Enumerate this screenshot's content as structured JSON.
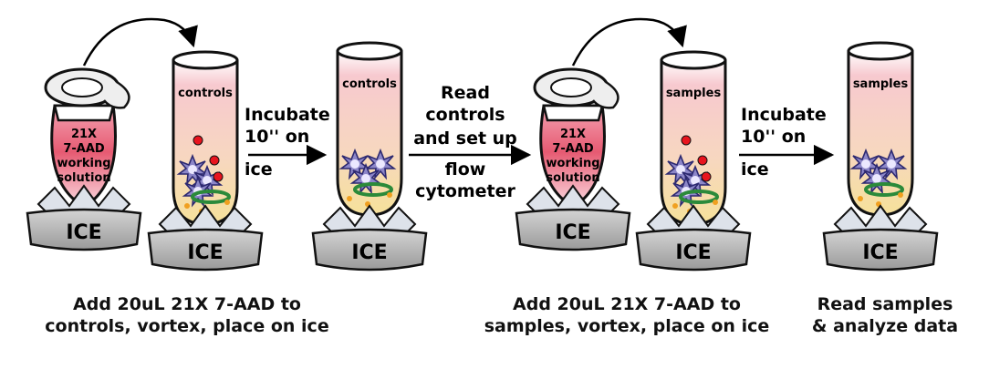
{
  "vial_label": [
    "21X",
    "7-AAD",
    "working",
    "solution"
  ],
  "ice_label": "ICE",
  "tube_labels": {
    "controls": "controls",
    "samples": "samples"
  },
  "steps": {
    "incubate_1": [
      "Incubate",
      "10'' on",
      "ice"
    ],
    "read_controls": [
      "Read",
      "controls",
      "and set up",
      "flow",
      "cytometer"
    ],
    "incubate_2": [
      "Incubate",
      "10'' on",
      "ice"
    ]
  },
  "captions": {
    "add_controls_line1": "Add 20uL 21X 7-AAD to",
    "add_controls_line2": "controls, vortex, place on ice",
    "add_samples_line1": "Add 20uL 21X 7-AAD to",
    "add_samples_line2": "samples, vortex, place on ice",
    "read_samples_line1": "Read samples",
    "read_samples_line2": "& analyze data"
  },
  "colors": {
    "ice_bowl": "#b9b9b9",
    "ice_crystals": "#dde2ea",
    "tube_liquid_top": "#f7c9cf",
    "tube_liquid_bottom": "#f6e19a",
    "vial_liquid": "#e65a72",
    "cell": "#8c86c8",
    "red_dot": "#e8141e",
    "green_ring": "#2b8a3a",
    "orange_dot": "#f0a020"
  }
}
